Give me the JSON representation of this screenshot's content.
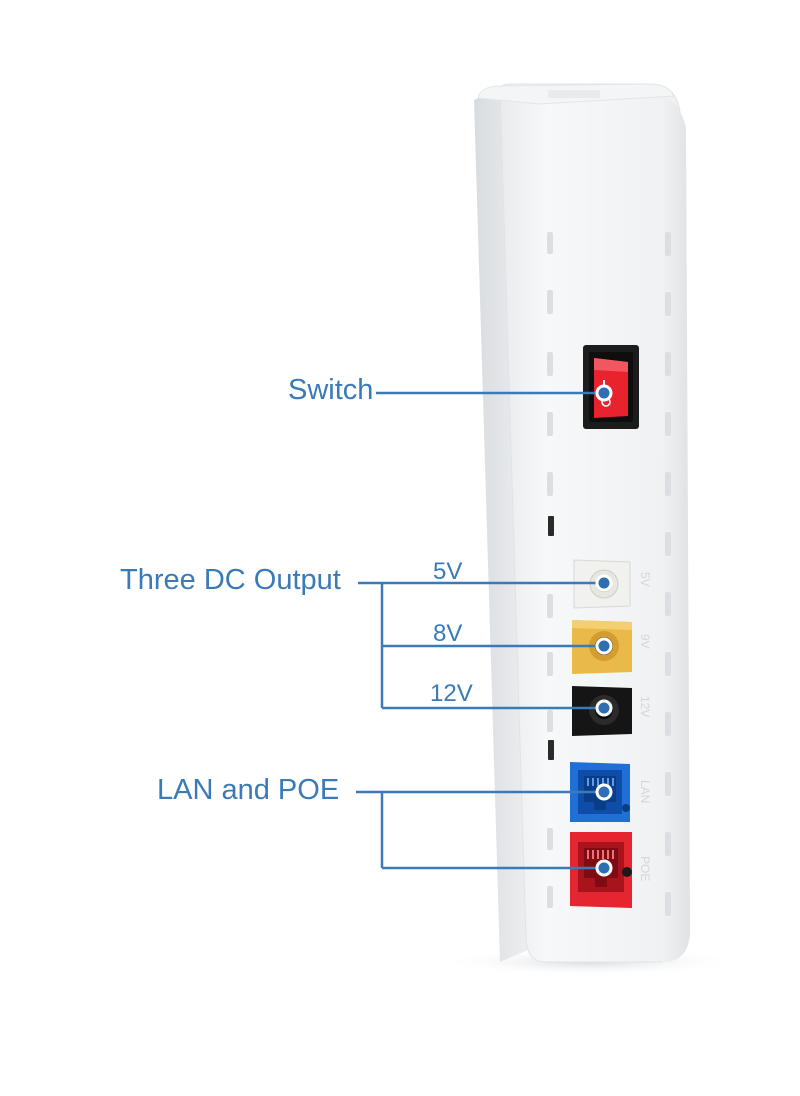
{
  "callouts": {
    "switch": "Switch",
    "dc_output": "Three DC Output",
    "dc_5v": "5V",
    "dc_8v": "8V",
    "dc_12v": "12V",
    "lan_poe": "LAN and POE"
  },
  "device_markings": {
    "port_5v": "5V",
    "port_9v": "9V",
    "port_12v": "12V",
    "port_lan": "LAN",
    "port_poe": "POE"
  },
  "colors": {
    "callout_line": "#3a7ab8",
    "switch_red": "#e8232e",
    "jack_yellow": "#e9b94a",
    "rj45_blue": "#1f6fd6",
    "rj45_red": "#e3262f"
  }
}
